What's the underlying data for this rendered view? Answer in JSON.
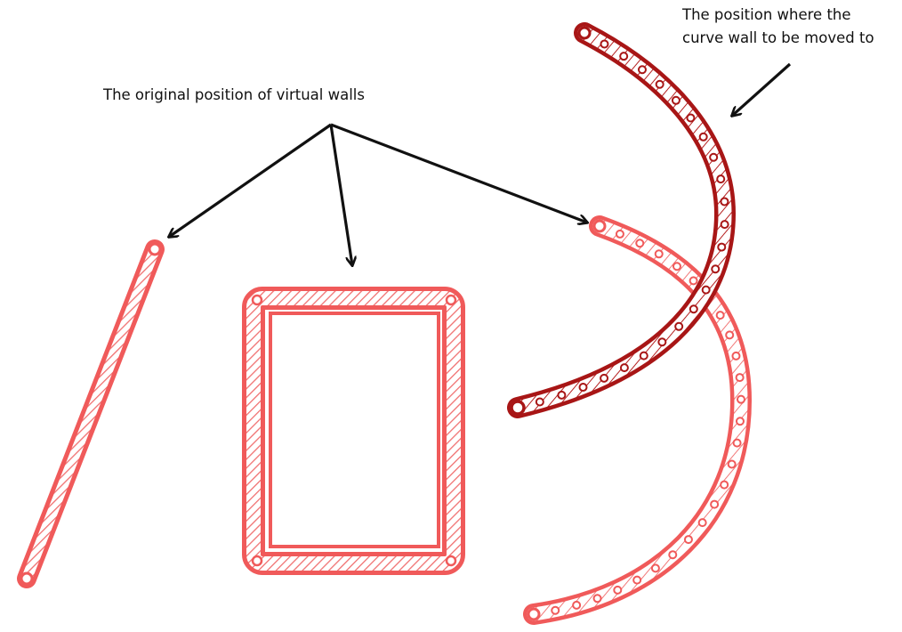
{
  "labels": {
    "original_position": "The original position of virtual walls",
    "target_position_line1": "The position where the",
    "target_position_line2": "curve wall to be moved to"
  },
  "colors": {
    "original_wall": "#f05a5a",
    "original_wall_hatch": "#f59a9a",
    "target_wall": "#a81616",
    "target_wall_hatch": "#c85050",
    "arrow": "#111111",
    "background": "#ffffff"
  },
  "walls": [
    {
      "id": "straight-wall",
      "kind": "straight",
      "state": "original"
    },
    {
      "id": "rectangular-wall",
      "kind": "rectangle",
      "state": "original"
    },
    {
      "id": "curve-wall-original",
      "kind": "curve",
      "state": "original"
    },
    {
      "id": "curve-wall-target",
      "kind": "curve",
      "state": "target"
    }
  ]
}
